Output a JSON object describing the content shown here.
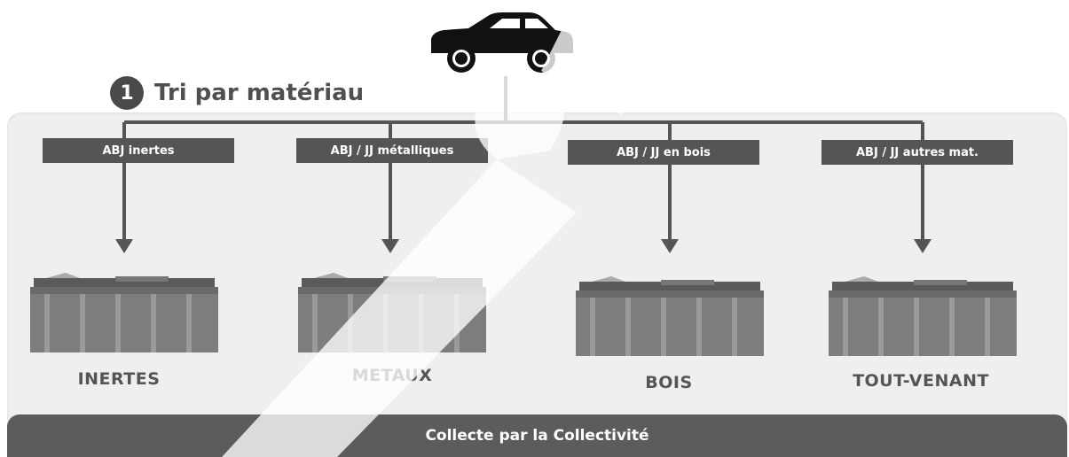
{
  "step": {
    "number": "1",
    "title": "Tri par matériau"
  },
  "tags": [
    "ABJ inertes",
    "ABJ / JJ métalliques",
    "ABJ / JJ en bois",
    "ABJ / JJ autres mat."
  ],
  "bins": [
    "INERTES",
    "METAUX",
    "BOIS",
    "TOUT-VENANT"
  ],
  "footer": "Collecte par la Collectivité",
  "icons": {
    "vehicle": "car-icon",
    "container": "dumpster-icon"
  },
  "colors": {
    "dark": "#4a4a4a",
    "panel": "#efefef",
    "line": "#555555"
  }
}
